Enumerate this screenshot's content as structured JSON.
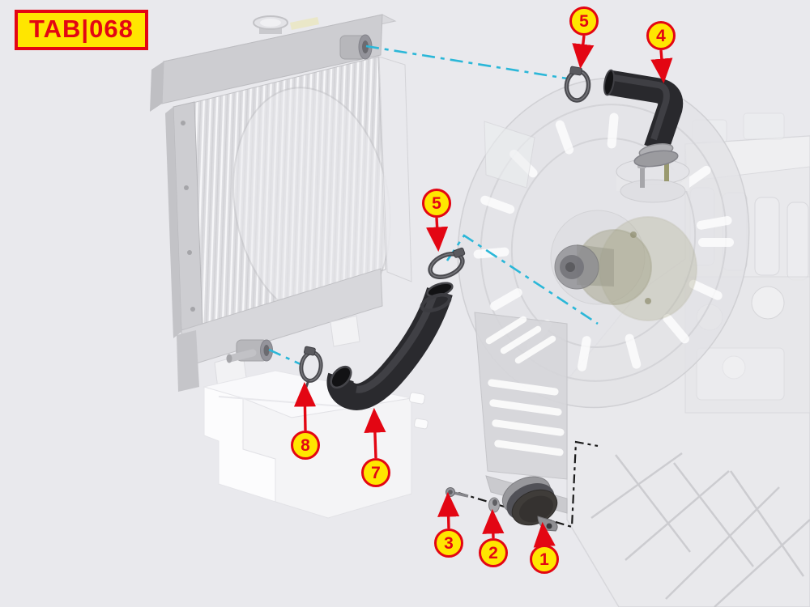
{
  "diagram": {
    "tab_label": "TAB|068",
    "type": "exploded-parts-diagram",
    "callouts": [
      {
        "number": "5",
        "target": "upper-hose-clamp"
      },
      {
        "number": "4",
        "target": "upper-coolant-hose"
      },
      {
        "number": "5",
        "target": "lower-hose-clamp"
      },
      {
        "number": "8",
        "target": "radiator-outlet-clamp"
      },
      {
        "number": "7",
        "target": "lower-coolant-hose"
      },
      {
        "number": "3",
        "target": "bolt"
      },
      {
        "number": "2",
        "target": "washer"
      },
      {
        "number": "1",
        "target": "thermostat-cover"
      }
    ],
    "colors": {
      "background": "#E9E9ED",
      "tab_fill": "#FFE600",
      "tab_border": "#E30613",
      "tab_text": "#E30613",
      "callout_fill": "#FFE600",
      "callout_border": "#E30613",
      "callout_number": "#E30613",
      "arrow": "#E30613",
      "leader_line_cyan": "#2BB7D8",
      "axis_line_black": "#1A1A1A",
      "hose_black": "#2A2A2E"
    }
  }
}
